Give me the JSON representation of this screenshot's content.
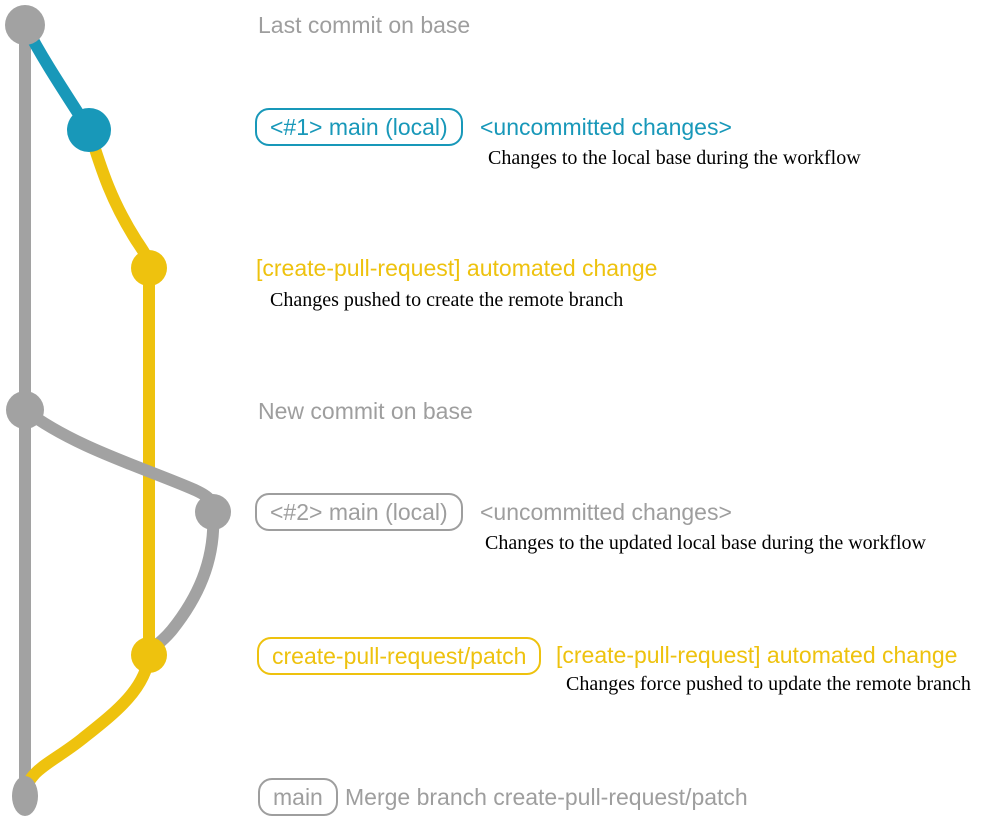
{
  "colors": {
    "branch_gray": "#a2a2a2",
    "text_gray": "#9e9e9e",
    "branch_blue": "#1898b9",
    "branch_yellow": "#eec20e",
    "description_black": "#000000"
  },
  "rows": {
    "last_commit": {
      "title": "Last commit on base"
    },
    "main_local_1": {
      "badge": "<#1> main (local)",
      "status": "<uncommitted changes>",
      "description": "Changes to the local base during the workflow"
    },
    "automated_change_1": {
      "title": "[create-pull-request] automated change",
      "description": "Changes pushed to create the remote branch"
    },
    "new_commit": {
      "title": "New commit on base"
    },
    "main_local_2": {
      "badge": "<#2> main (local)",
      "status": "<uncommitted changes>",
      "description": "Changes to the updated local base during the workflow"
    },
    "patch_branch": {
      "badge": "create-pull-request/patch",
      "title": "[create-pull-request] automated change",
      "description": "Changes force pushed to update the remote branch"
    },
    "merge_commit": {
      "badge": "main",
      "title": "Merge branch create-pull-request/patch"
    }
  }
}
